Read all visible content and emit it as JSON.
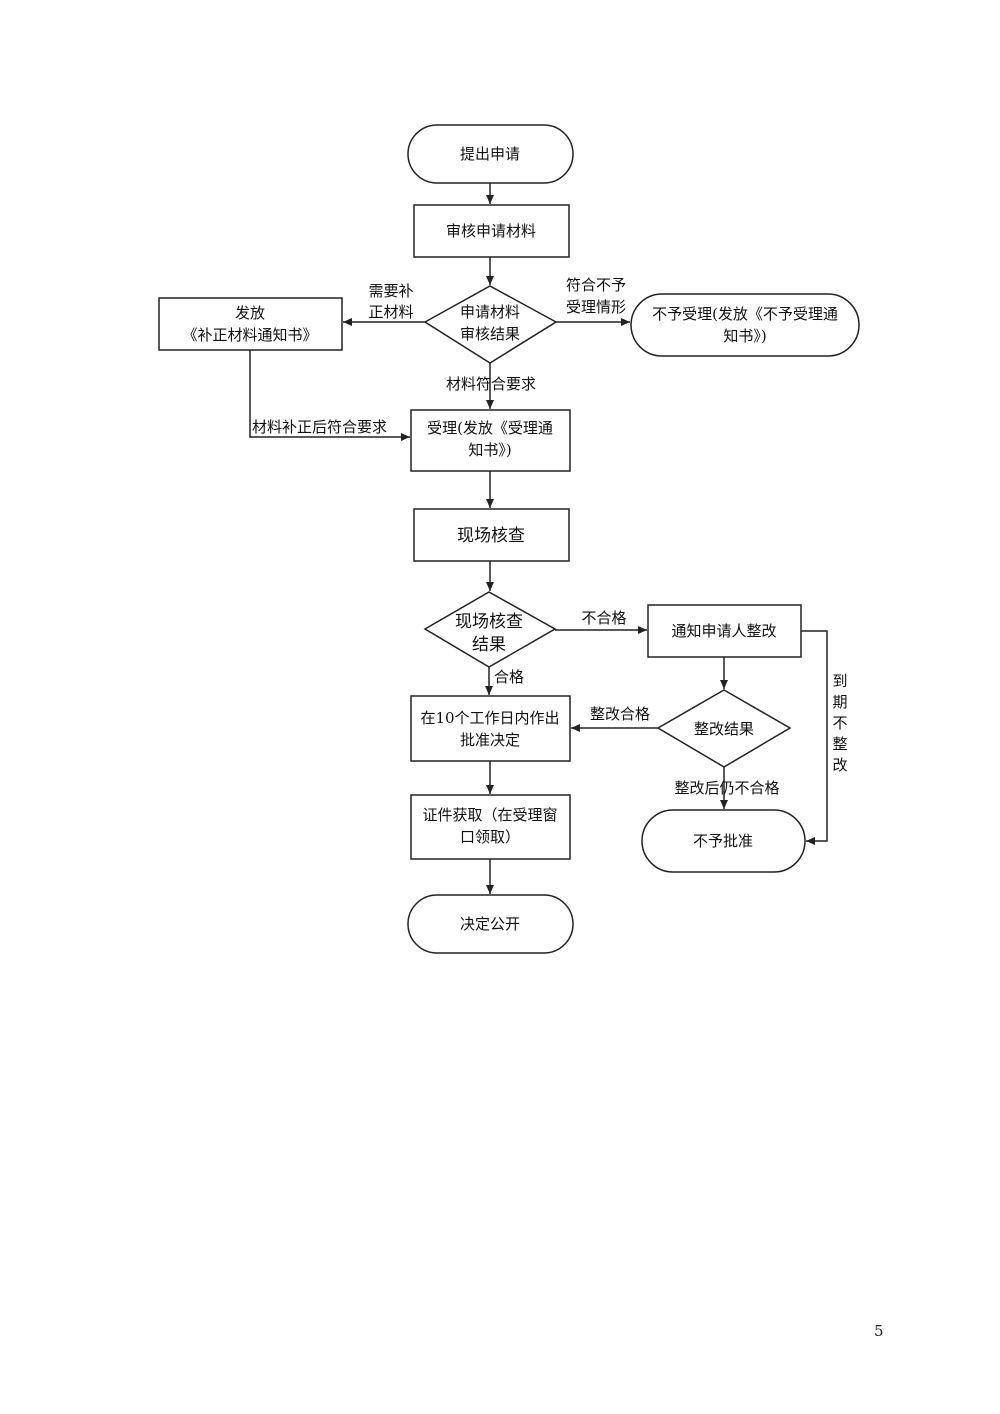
{
  "nodes": {
    "submit": {
      "lines": [
        "提出申请"
      ]
    },
    "review_materials": {
      "lines": [
        "审核申请材料"
      ]
    },
    "review_result": {
      "lines": [
        "申请材料",
        "审核结果"
      ]
    },
    "issue_supplement": {
      "lines": [
        "发放",
        "《补正材料通知书》"
      ]
    },
    "reject_accept": {
      "lines": [
        "不予受理(发放《不予受理通",
        "知书》)"
      ]
    },
    "accept": {
      "lines": [
        "受理(发放《受理通",
        "知书》)"
      ]
    },
    "site_inspection": {
      "lines": [
        "现场核查"
      ]
    },
    "inspection_result": {
      "lines": [
        "现场核查",
        "结果"
      ]
    },
    "notify_rectify": {
      "lines": [
        "通知申请人整改"
      ]
    },
    "rectify_result": {
      "lines": [
        "整改结果"
      ]
    },
    "decision": {
      "lines": [
        "在10个工作日内作出",
        "批准决定"
      ]
    },
    "not_approved": {
      "lines": [
        "不予批准"
      ]
    },
    "certificate": {
      "lines": [
        "证件获取（在受理窗",
        "口领取）"
      ]
    },
    "publish": {
      "lines": [
        "决定公开"
      ]
    }
  },
  "edge_labels": {
    "need_supplement": [
      "需要补",
      "正材料"
    ],
    "meets_reject": [
      "符合不予",
      "受理情形"
    ],
    "materials_ok": "材料符合要求",
    "supplement_ok": "材料补正后符合要求",
    "unqualified": "不合格",
    "qualified": "合格",
    "rectify_ok": "整改合格",
    "rectify_still_fail": "整改后仍不合格",
    "overdue_no_rectify": [
      "到",
      "期",
      "不",
      "整",
      "改"
    ]
  },
  "page_number": "5"
}
